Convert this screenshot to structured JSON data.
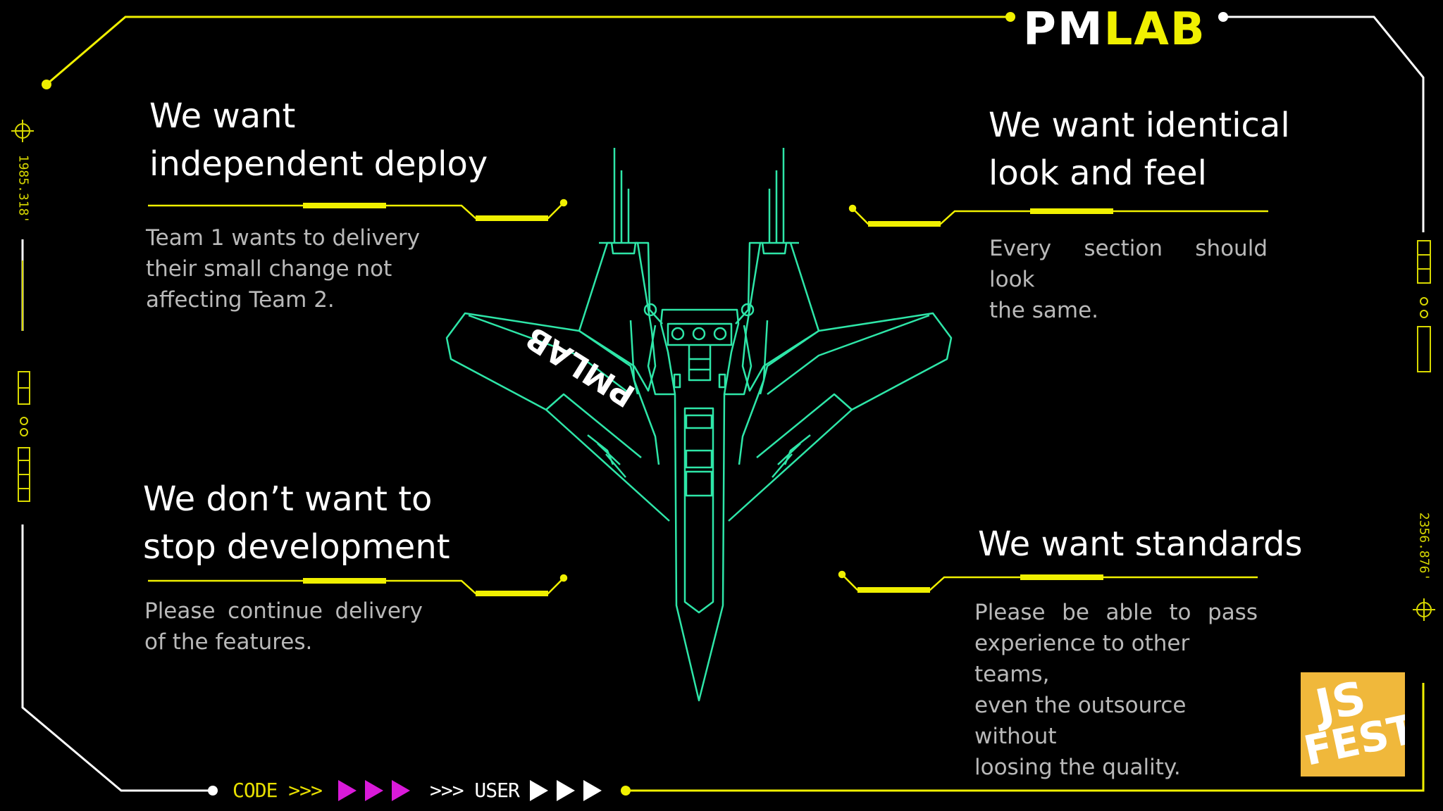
{
  "brand": {
    "logo_pm": "PM",
    "logo_lab": "LAB",
    "wing_logo": "PMLAB",
    "badge_js": "JS",
    "badge_fest": "FEST"
  },
  "colors": {
    "accent_yellow": "#f0f000",
    "wire_green": "#2ee6a8",
    "magenta": "#d91ad9",
    "badge_orange": "#f0b83b"
  },
  "sections": [
    {
      "title_line1": "We want",
      "title_line2": "independent deploy",
      "text_lines": [
        "Team 1 wants to delivery",
        "their small change not",
        "affecting Team 2."
      ]
    },
    {
      "title_line1": "We want identical",
      "title_line2": "look and feel",
      "text_line1": "Every section should look",
      "text_line2": "the same."
    },
    {
      "title_line1": "We don’t want to",
      "title_line2": "stop development",
      "text_line1": "Please continue delivery",
      "text_line2": "of the features."
    },
    {
      "title_line1": "We want standards",
      "text_lines": [
        "Please be able to pass",
        "experience to other teams,",
        "even the outsource without",
        "loosing the quality."
      ]
    }
  ],
  "bottom_bar": {
    "code_label": "CODE >>>",
    "user_label": ">>> USER"
  },
  "readouts": {
    "left": "1985.318'",
    "right": "2356.876'"
  }
}
